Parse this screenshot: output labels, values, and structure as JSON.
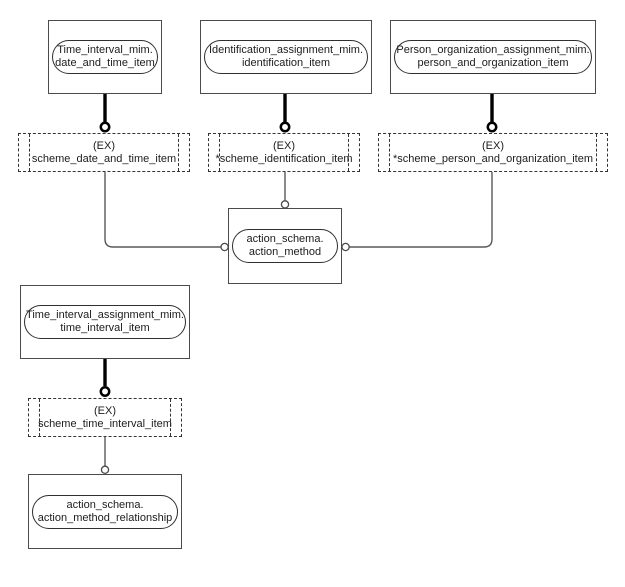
{
  "diagram": {
    "kind": "express-g-schema-diagram",
    "colors": {
      "background": "#ffffff",
      "box_border": "#4b4b4b",
      "oval_border": "#2f2f2f",
      "dashed_border": "#333333",
      "thick_link": "#000000",
      "thin_link": "#595959",
      "text": "#1c1c1c"
    },
    "entity_boxes": [
      {
        "label_line1": "Time_interval_mim.",
        "label_line2": "date_and_time_item"
      },
      {
        "label_line1": "Identification_assignment_mim.",
        "label_line2": "identification_item"
      },
      {
        "label_line1": "Person_organization_assignment_mim.",
        "label_line2": "person_and_organization_item"
      },
      {
        "label_line1": "Time_interval_assignment_mim.",
        "label_line2": "time_interval_item"
      }
    ],
    "schema_refs": [
      {
        "prefix": "(EX)",
        "name": "scheme_date_and_time_item"
      },
      {
        "prefix": "(EX)",
        "name": "*scheme_identification_item"
      },
      {
        "prefix": "(EX)",
        "name": "*scheme_person_and_organization_item"
      },
      {
        "prefix": "(EX)",
        "name": "scheme_time_interval_item"
      }
    ],
    "target_boxes": [
      {
        "label_line1": "action_schema.",
        "label_line2": "action_method"
      },
      {
        "label_line1": "action_schema.",
        "label_line2": "action_method_relationship"
      }
    ]
  }
}
